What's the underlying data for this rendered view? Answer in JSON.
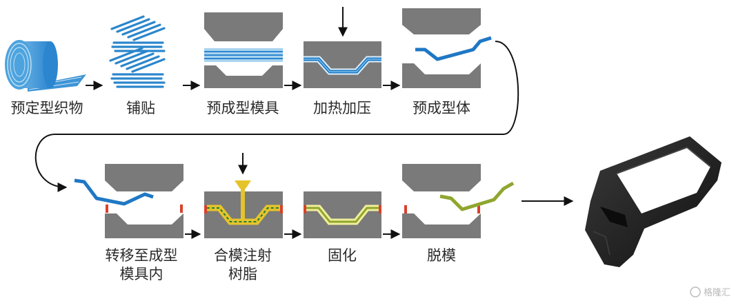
{
  "colors": {
    "mold": "#7a7a7a",
    "mold_dark": "#5c5c5c",
    "fabric_blue": "#1f78c4",
    "fabric_light": "#8cc6ea",
    "resin_yellow": "#e5c42b",
    "cured_green": "#8fa62f",
    "seal_red": "#d9412b",
    "arrow": "#111111",
    "part_black": "#1b1b1b"
  },
  "steps_row1": [
    {
      "id": "preform-fabric",
      "label": "预定型织物"
    },
    {
      "id": "layup",
      "label": "铺贴"
    },
    {
      "id": "preform-mold",
      "label": "预成型模具"
    },
    {
      "id": "heat-press",
      "label": "加热加压"
    },
    {
      "id": "preform-body",
      "label": "预成型体"
    }
  ],
  "steps_row2": [
    {
      "id": "transfer",
      "label_line1": "转移至成型",
      "label_line2": "模具内"
    },
    {
      "id": "close-inject",
      "label_line1": "合模注射",
      "label_line2": "树脂"
    },
    {
      "id": "cure",
      "label_line1": "固化",
      "label_line2": ""
    },
    {
      "id": "demold",
      "label_line1": "脱模",
      "label_line2": ""
    }
  ],
  "watermark": "格隆汇"
}
